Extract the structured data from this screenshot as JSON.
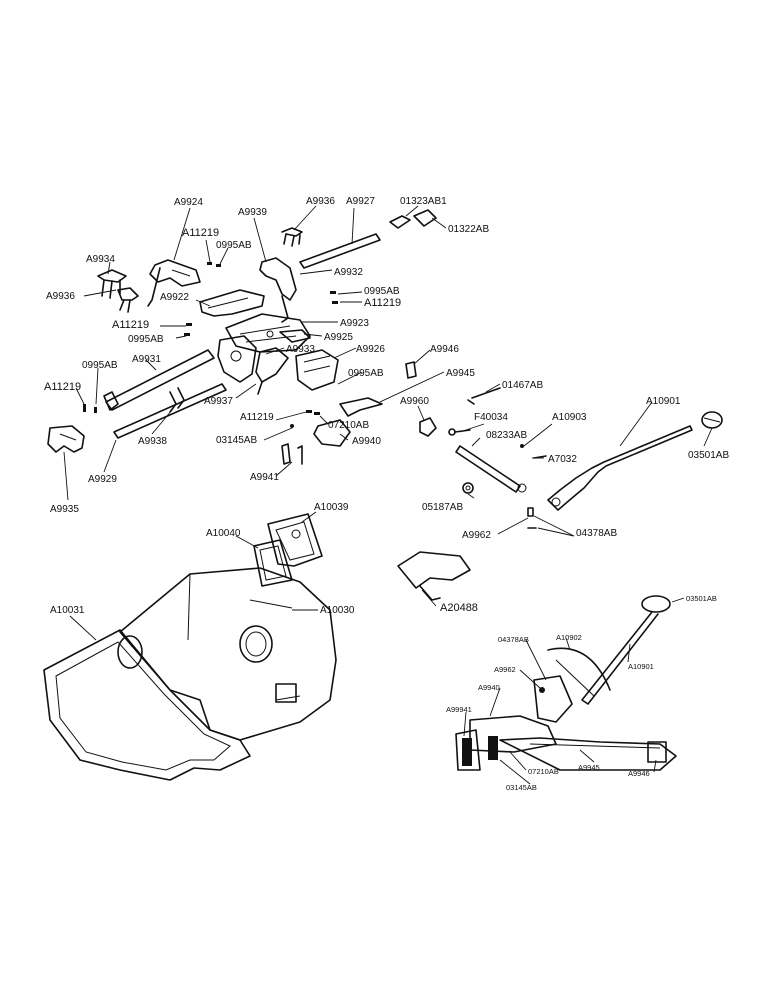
{
  "labels": {
    "A9924": "A9924",
    "A9939": "A9939",
    "A9936_top": "A9936",
    "A9927": "A9927",
    "01323AB1": "01323AB1",
    "01322AB": "01322AB",
    "A11219_a": "A11219",
    "0995AB_a": "0995AB",
    "A9934": "A9934",
    "A9932": "A9932",
    "A9936_left": "A9936",
    "A9922": "A9922",
    "0995AB_b": "0995AB",
    "A11219_b": "A11219",
    "A11219_c": "A11219",
    "A9923": "A9923",
    "0995AB_c": "0995AB",
    "A9925": "A9925",
    "A9933": "A9933",
    "A9926": "A9926",
    "A9946": "A9946",
    "0995AB_d": "0995AB",
    "A9931": "A9931",
    "0995AB_e": "0995AB",
    "A9945": "A9945",
    "01467AB": "01467AB",
    "A11219_d": "A11219",
    "A9937": "A9937",
    "A10901": "A10901",
    "A9960": "A9960",
    "F40034": "F40034",
    "A10903": "A10903",
    "A11219_e": "A11219",
    "07210AB": "07210AB",
    "08233AB": "08233AB",
    "03145AB": "03145AB",
    "A9940": "A9940",
    "A9938": "A9938",
    "A7032": "A7032",
    "03501AB": "03501AB",
    "A9941": "A9941",
    "A9929": "A9929",
    "05187AB": "05187AB",
    "A9935": "A9935",
    "A9962": "A9962",
    "04378AB": "04378AB",
    "A10039": "A10039",
    "A10040": "A10040",
    "A20488": "A20488",
    "A10031": "A10031",
    "A10030": "A10030"
  },
  "inset_labels": {
    "03501AB": "03501AB",
    "04378AB": "04378AB",
    "A10902": "A10902",
    "A10901": "A10901",
    "A9962": "A9962",
    "A9940": "A9940",
    "A99941": "A99941",
    "07210AB": "07210AB",
    "A9945": "A9945",
    "A9946": "A9946",
    "03145AB": "03145AB"
  }
}
